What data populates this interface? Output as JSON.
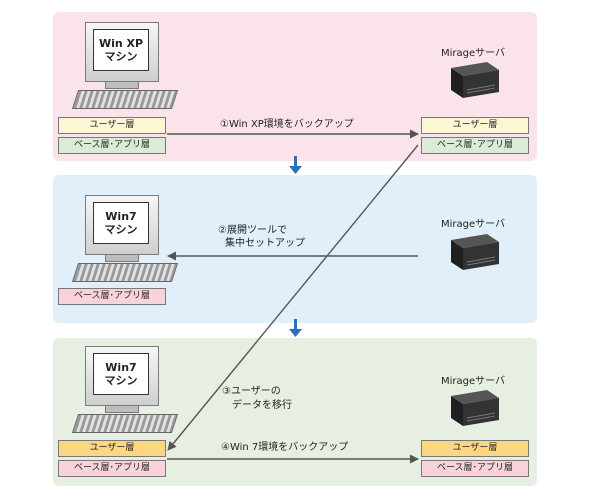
{
  "colors": {
    "panel_1": "#fbe3ea",
    "panel_2": "#e0eff9",
    "panel_3": "#e6efe2",
    "step_arrow": "#2a6fb8",
    "user_layer": "#fdf6d5",
    "user_layer_strong": "#fbd783",
    "base_layer_green": "#dcebd5",
    "base_layer_pink": "#f8d3dc",
    "flow_arrow": "#555555"
  },
  "icons": {
    "pc": "desktop-computer-icon",
    "server": "server-box-icon",
    "step": "down-arrow-icon"
  },
  "panel1": {
    "pc_line1": "Win XP",
    "pc_line2": "マシン",
    "user_layer": "ユーザー層",
    "base_layer": "ベース層･アプリ層",
    "server_label": "Mirageサーバ",
    "server_user_layer": "ユーザー層",
    "server_base_layer": "ベース層･アプリ層",
    "arrow_label": "①Win XP環境をバックアップ"
  },
  "panel2": {
    "pc_line1": "Win7",
    "pc_line2": "マシン",
    "base_layer": "ベース層･アプリ層",
    "server_label": "Mirageサーバ",
    "arrow_line1": "②展開ツールで",
    "arrow_line2": "集中セットアップ"
  },
  "panel3": {
    "pc_line1": "Win7",
    "pc_line2": "マシン",
    "user_layer": "ユーザー層",
    "base_layer": "ベース層･アプリ層",
    "server_label": "Mirageサーバ",
    "server_user_layer": "ユーザー層",
    "server_base_layer": "ベース層･アプリ層",
    "migrate_line1": "③ユーザーの",
    "migrate_line2": "データを移行",
    "arrow_label": "④Win 7環境をバックアップ"
  }
}
